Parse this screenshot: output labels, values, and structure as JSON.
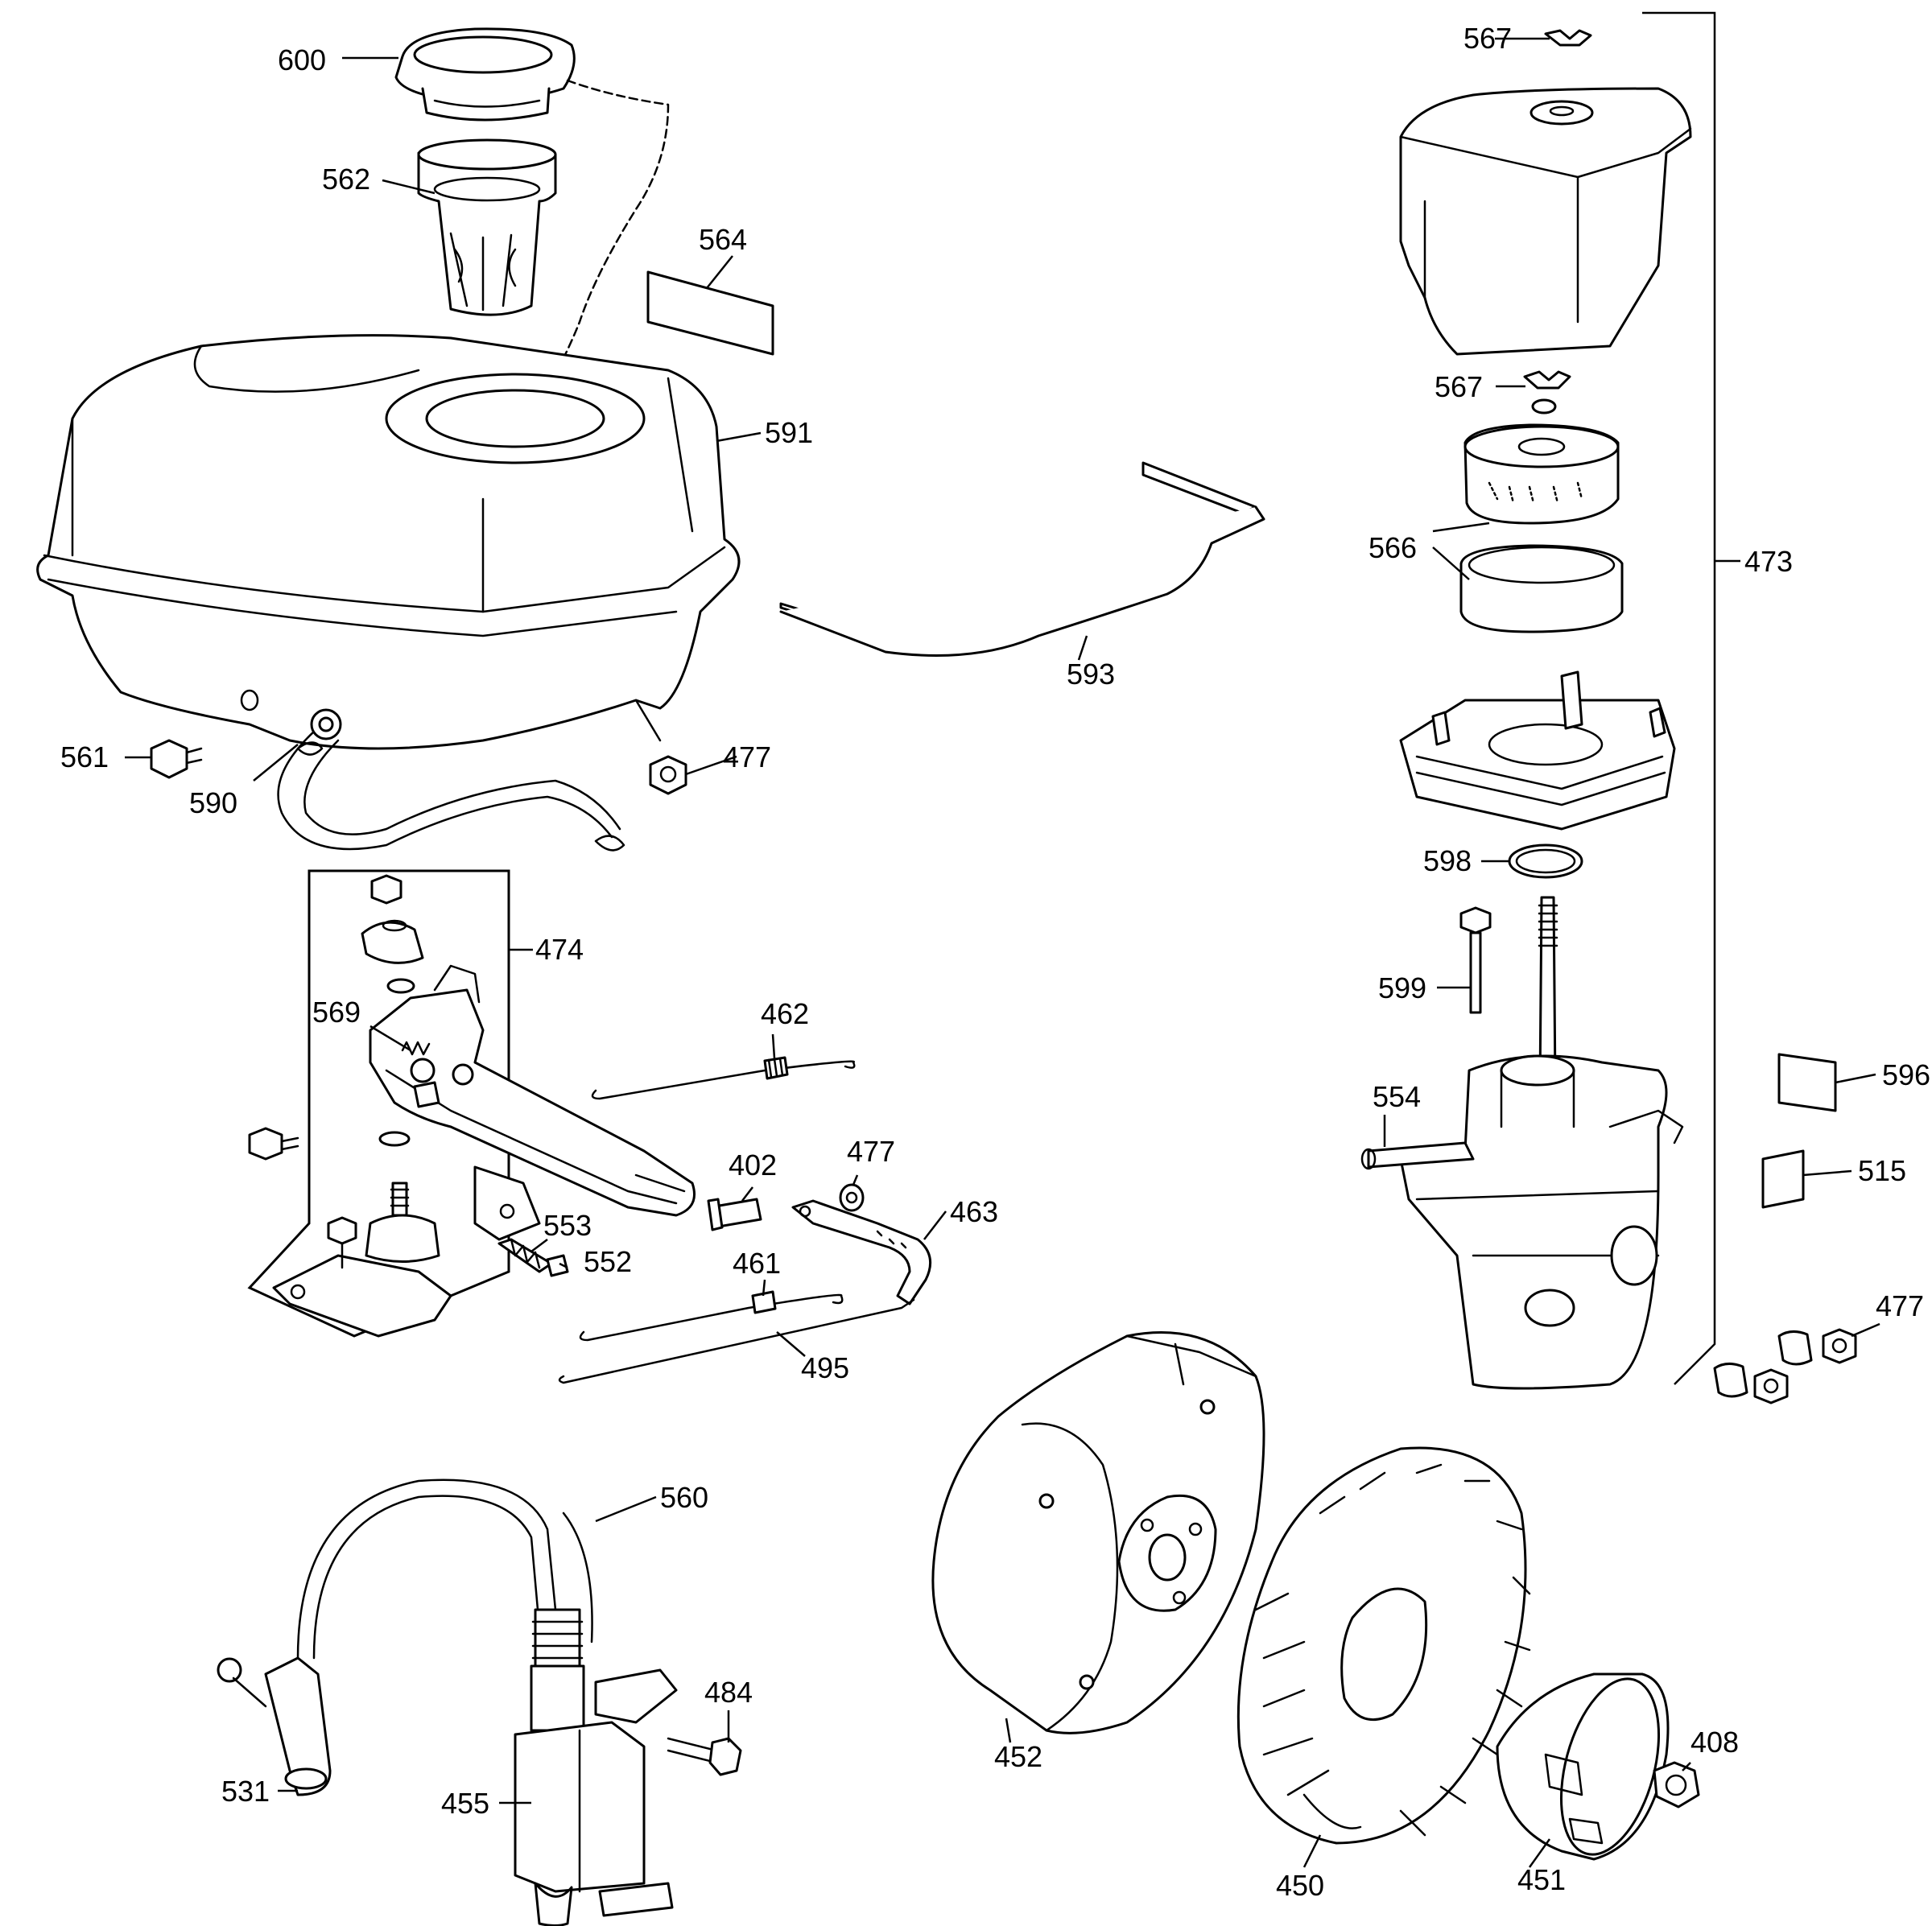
{
  "labels": {
    "l600": "600",
    "l562": "562",
    "l564": "564",
    "l591": "591",
    "l593": "593",
    "l561": "561",
    "l590": "590",
    "l477a": "477",
    "l474": "474",
    "l569": "569",
    "l462": "462",
    "l402": "402",
    "l477b": "477",
    "l463": "463",
    "l553": "553",
    "l552": "552",
    "l461": "461",
    "l495": "495",
    "l567a": "567",
    "l567b": "567",
    "l566": "566",
    "l473": "473",
    "l598": "598",
    "l599": "599",
    "l554": "554",
    "l596": "596",
    "l515": "515",
    "l477c": "477",
    "l560": "560",
    "l531": "531",
    "l455": "455",
    "l484": "484",
    "l452": "452",
    "l450": "450",
    "l451": "451",
    "l408": "408"
  }
}
